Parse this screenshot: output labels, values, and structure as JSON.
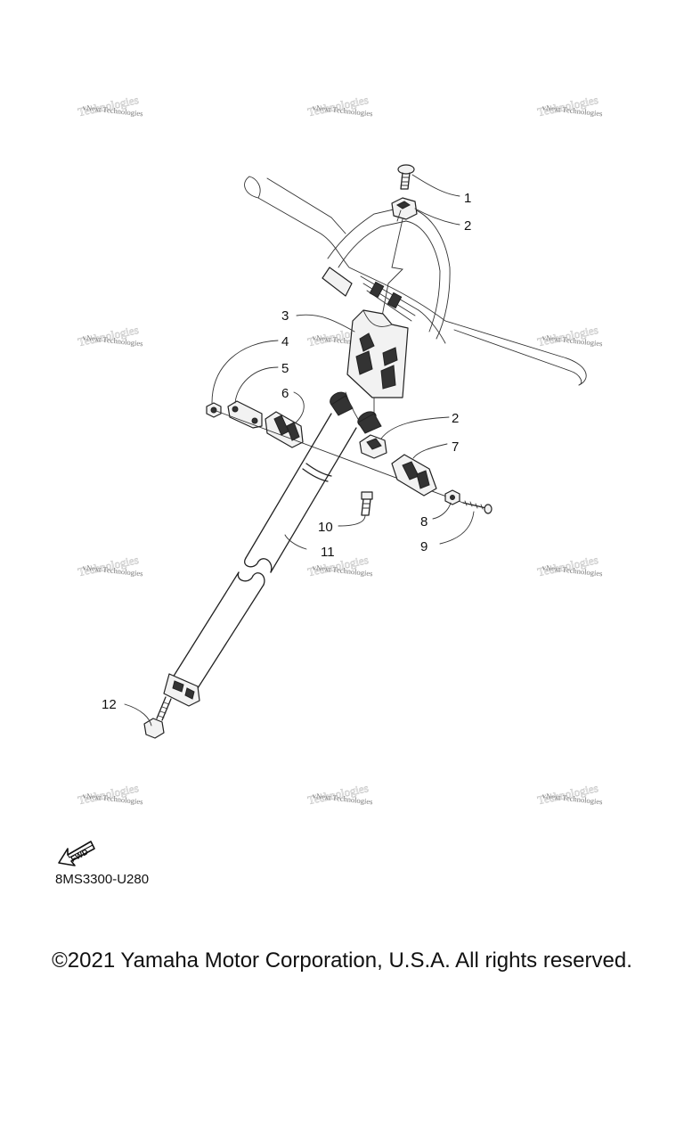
{
  "watermark_text": "vNext Technologies",
  "watermark_ghost_text": "Technologies",
  "parts": [
    {
      "number": "1"
    },
    {
      "number": "2"
    },
    {
      "number": "3"
    },
    {
      "number": "4"
    },
    {
      "number": "5"
    },
    {
      "number": "6"
    },
    {
      "number": "2"
    },
    {
      "number": "7"
    },
    {
      "number": "10"
    },
    {
      "number": "8"
    },
    {
      "number": "9"
    },
    {
      "number": "11"
    },
    {
      "number": "12"
    }
  ],
  "fwd_label": "FWD",
  "diagram_code": "8MS3300-U280",
  "copyright": "©2021 Yamaha Motor Corporation, U.S.A. All rights reserved."
}
